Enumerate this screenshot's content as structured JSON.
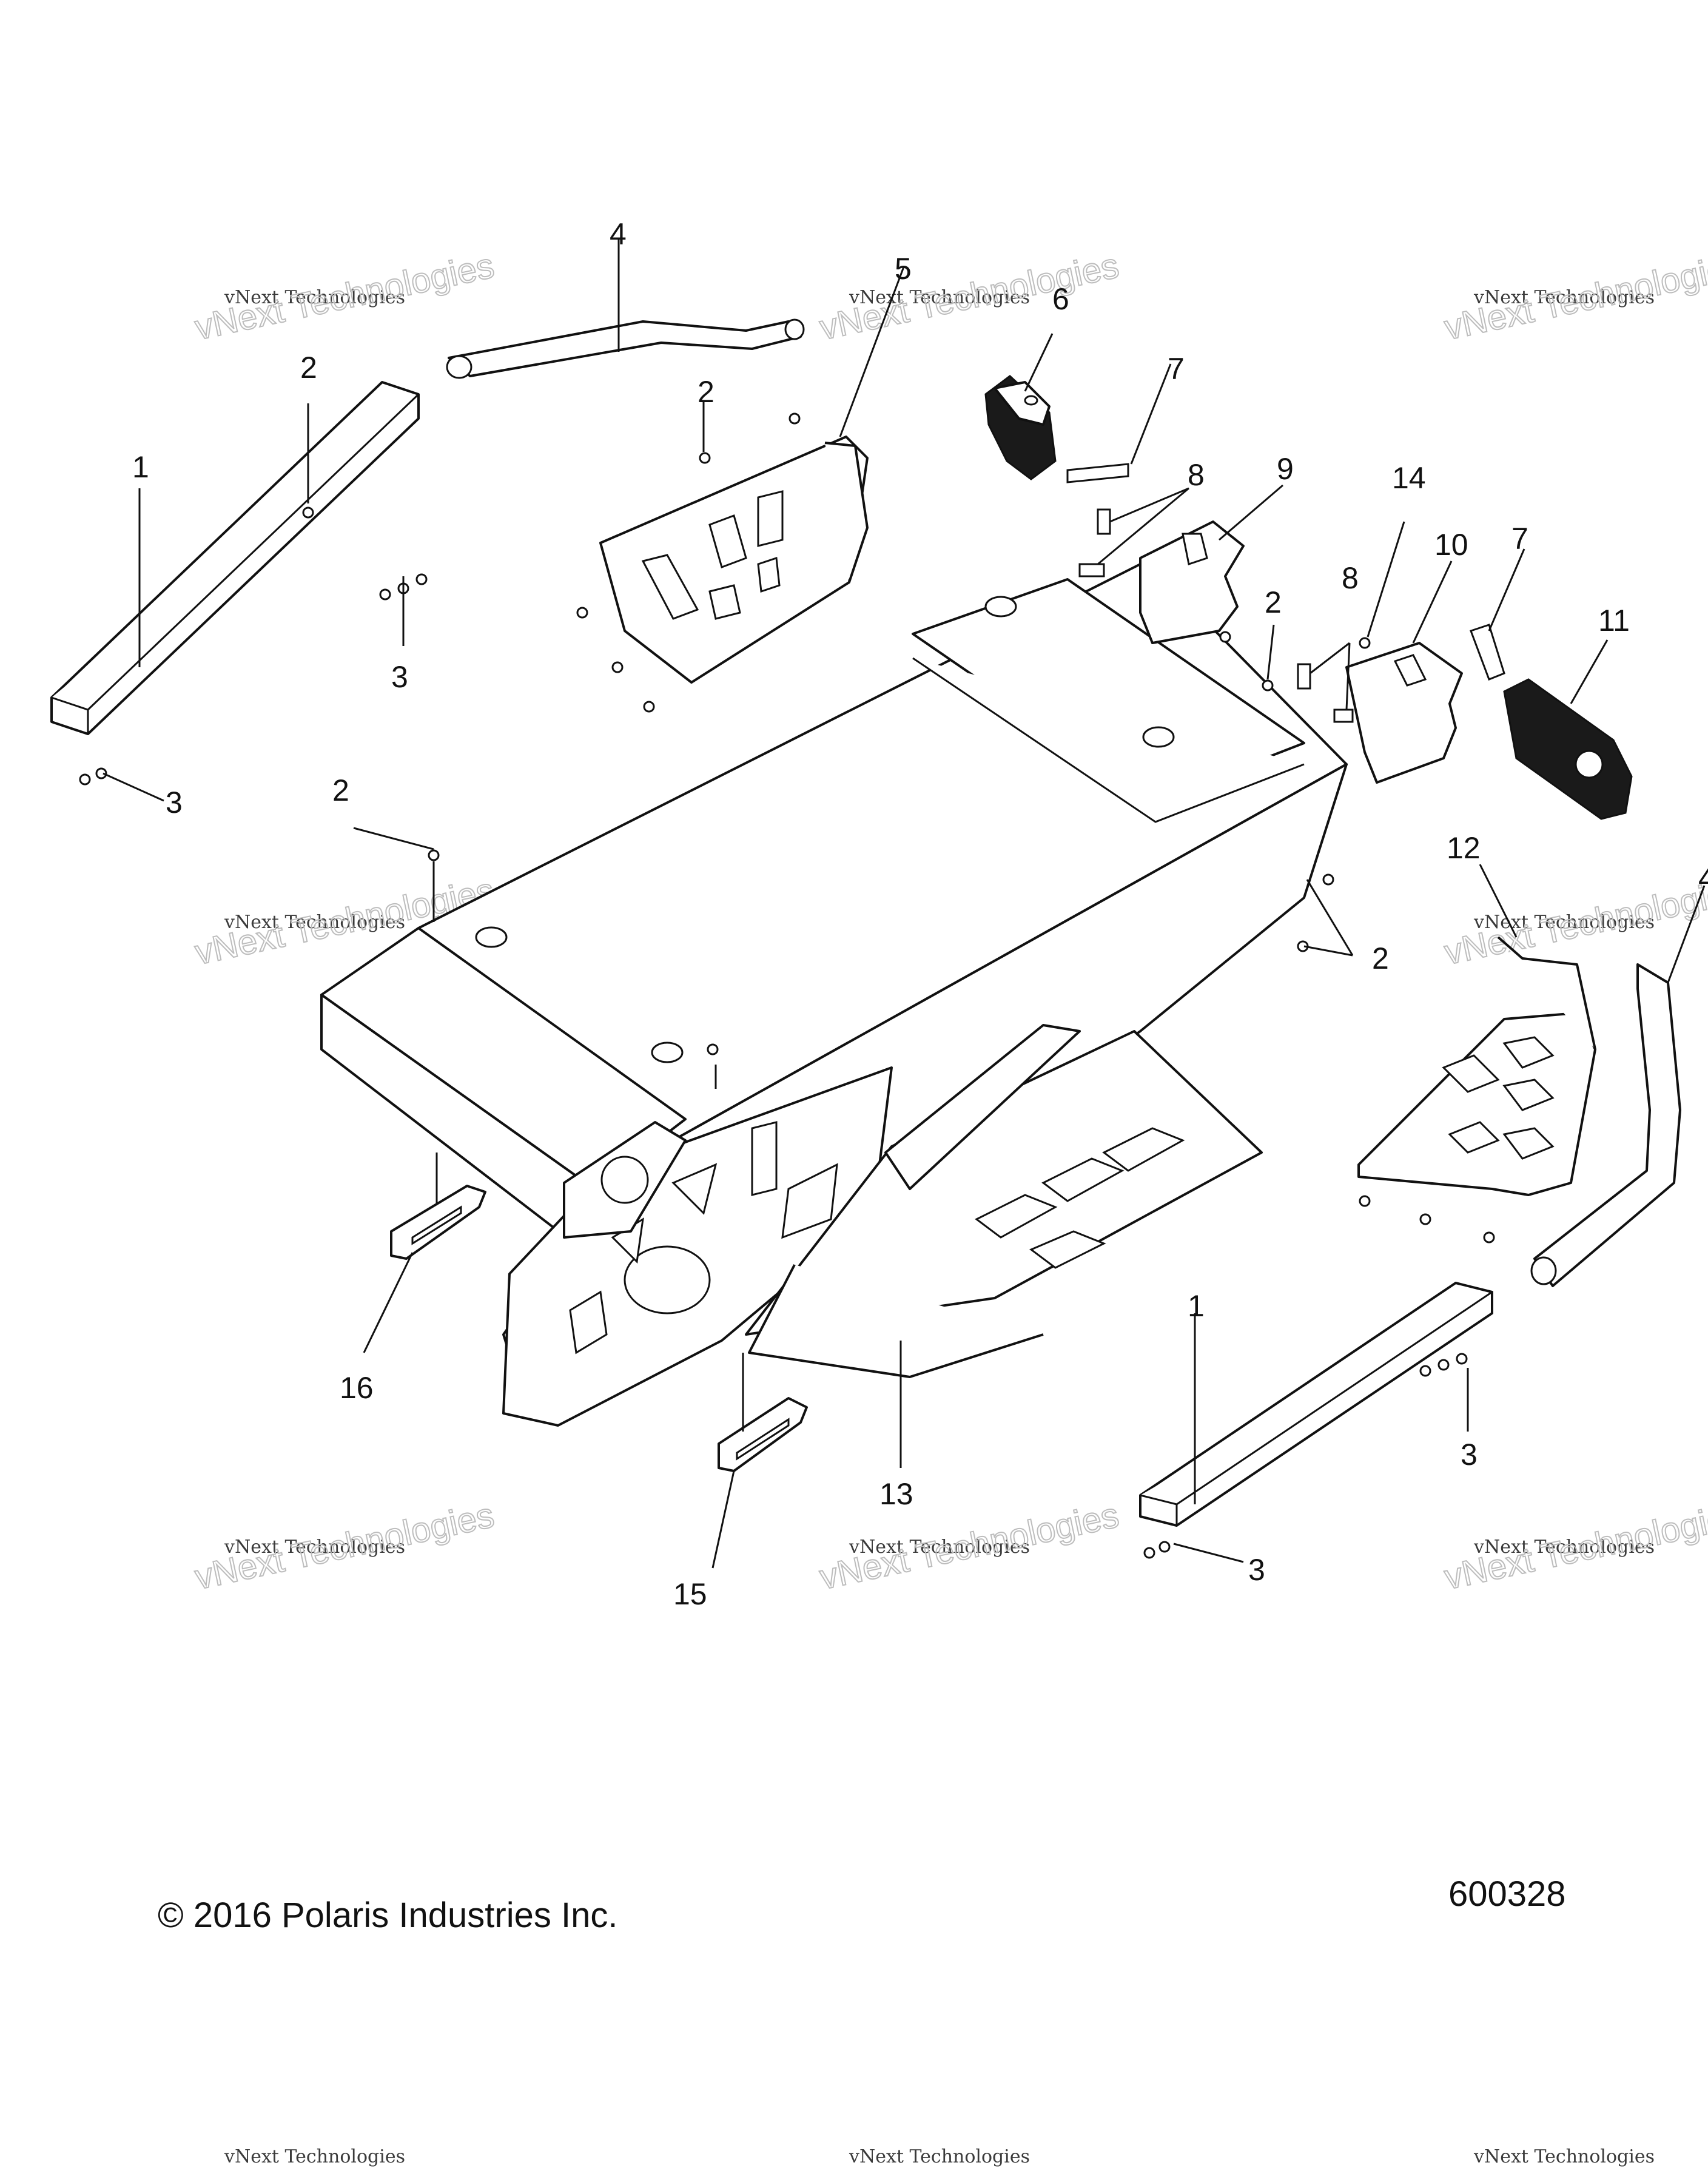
{
  "diagram": {
    "callouts": [
      "1",
      "2",
      "3",
      "4",
      "5",
      "6",
      "7",
      "8",
      "9",
      "10",
      "11",
      "12",
      "13",
      "14",
      "15",
      "16"
    ],
    "watermark": {
      "brand": "vNext Technologies"
    }
  },
  "footer": {
    "copyright": "© 2016 Polaris Industries Inc.",
    "figure_number": "600328"
  }
}
